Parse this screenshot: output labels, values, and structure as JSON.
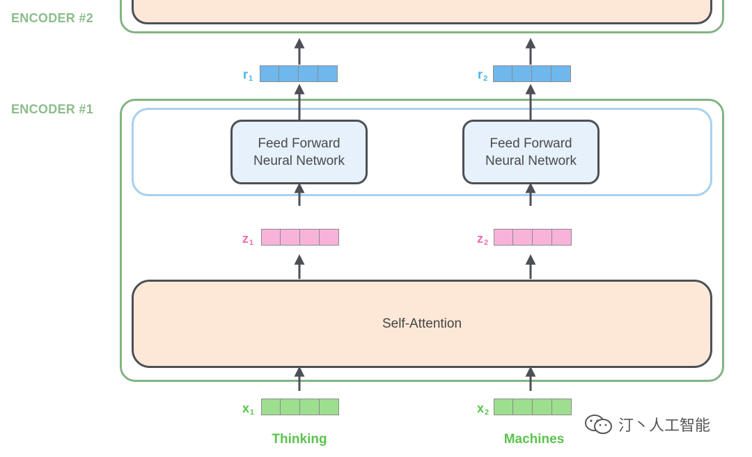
{
  "encoders": {
    "encoder2_label": "ENCODER #2",
    "encoder1_label": "ENCODER #1"
  },
  "blocks": {
    "ffn_line1": "Feed Forward",
    "ffn_line2": "Neural Network",
    "self_attention": "Self-Attention"
  },
  "vectors": {
    "r1": {
      "base": "r",
      "sub": "1"
    },
    "r2": {
      "base": "r",
      "sub": "2"
    },
    "z1": {
      "base": "z",
      "sub": "1"
    },
    "z2": {
      "base": "z",
      "sub": "2"
    },
    "x1": {
      "base": "x",
      "sub": "1"
    },
    "x2": {
      "base": "x",
      "sub": "2"
    }
  },
  "words": {
    "word1": "Thinking",
    "word2": "Machines"
  },
  "watermark": {
    "text": "汀丶人工智能",
    "icon": "wechat-icon"
  },
  "colors": {
    "encoder_border": "#82b482",
    "ffn_region_border": "#a9d0f0",
    "ffn_fill": "#e6f1fb",
    "attention_fill": "#fde8d7",
    "r_vector": "#6fb8ee",
    "z_vector": "#f7b3d9",
    "x_vector": "#9ede8f",
    "arrow": "#4c4f56"
  }
}
